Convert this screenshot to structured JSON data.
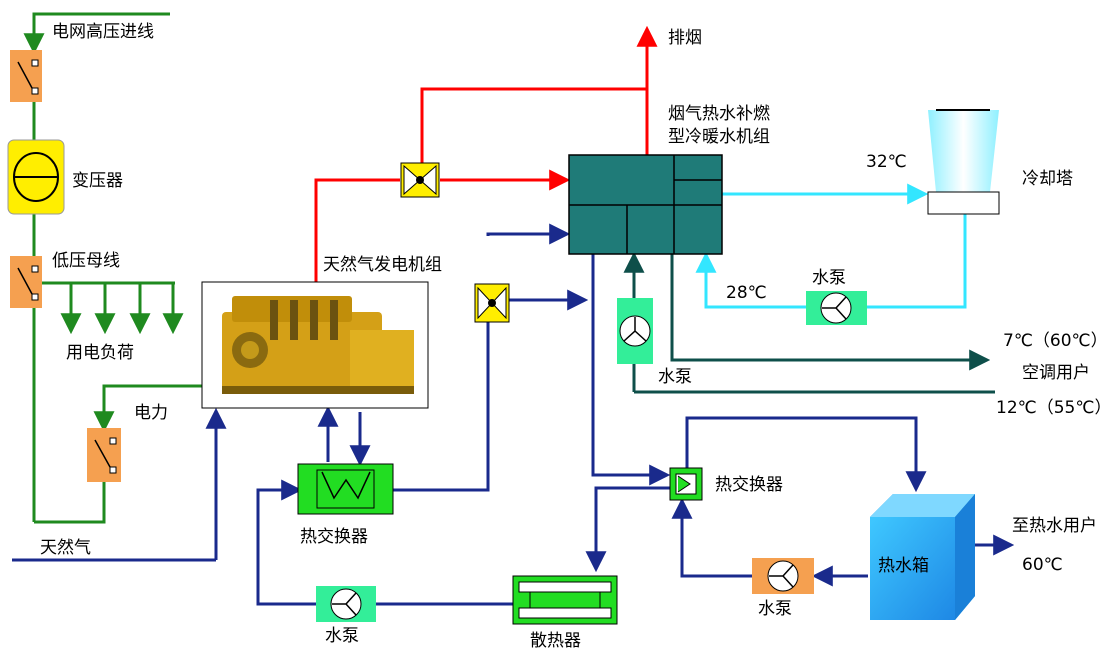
{
  "labels": {
    "grid_incoming": "电网高压进线",
    "transformer": "变压器",
    "lv_busbar": "低压母线",
    "electric_load": "用电负荷",
    "power": "电力",
    "natural_gas": "天然气",
    "genset": "天然气发电机组",
    "exhaust": "排烟",
    "chiller_line1": "烟气热水补燃",
    "chiller_line2": "型冷暖水机组",
    "cooling_tower": "冷却塔",
    "temp_32": "32℃",
    "temp_28": "28℃",
    "pump_tower": "水泵",
    "supply_temp": "7℃（60℃）",
    "ac_users": "空调用户",
    "return_temp": "12℃（55℃）",
    "pump_ac": "水泵",
    "heat_exchanger_left": "热交换器",
    "heat_exchanger_right": "热交换器",
    "pump_left": "水泵",
    "radiator": "散热器",
    "hot_water_tank": "热水箱",
    "pump_tank": "水泵",
    "to_hot_water_users": "至热水用户",
    "hot_water_temp": "60℃"
  },
  "colors": {
    "electric": "#1f8a1f",
    "exhaust": "#ff0000",
    "water": "#1a2a8c",
    "cooling": "#33e6ff",
    "chilled": "#0e4f4a",
    "switch": "#f5a050",
    "transformer": "#ffee00",
    "chiller": "#1f7b78",
    "pump": "#33ee99",
    "exchanger": "#22dd22",
    "tank": "#33bbff"
  }
}
